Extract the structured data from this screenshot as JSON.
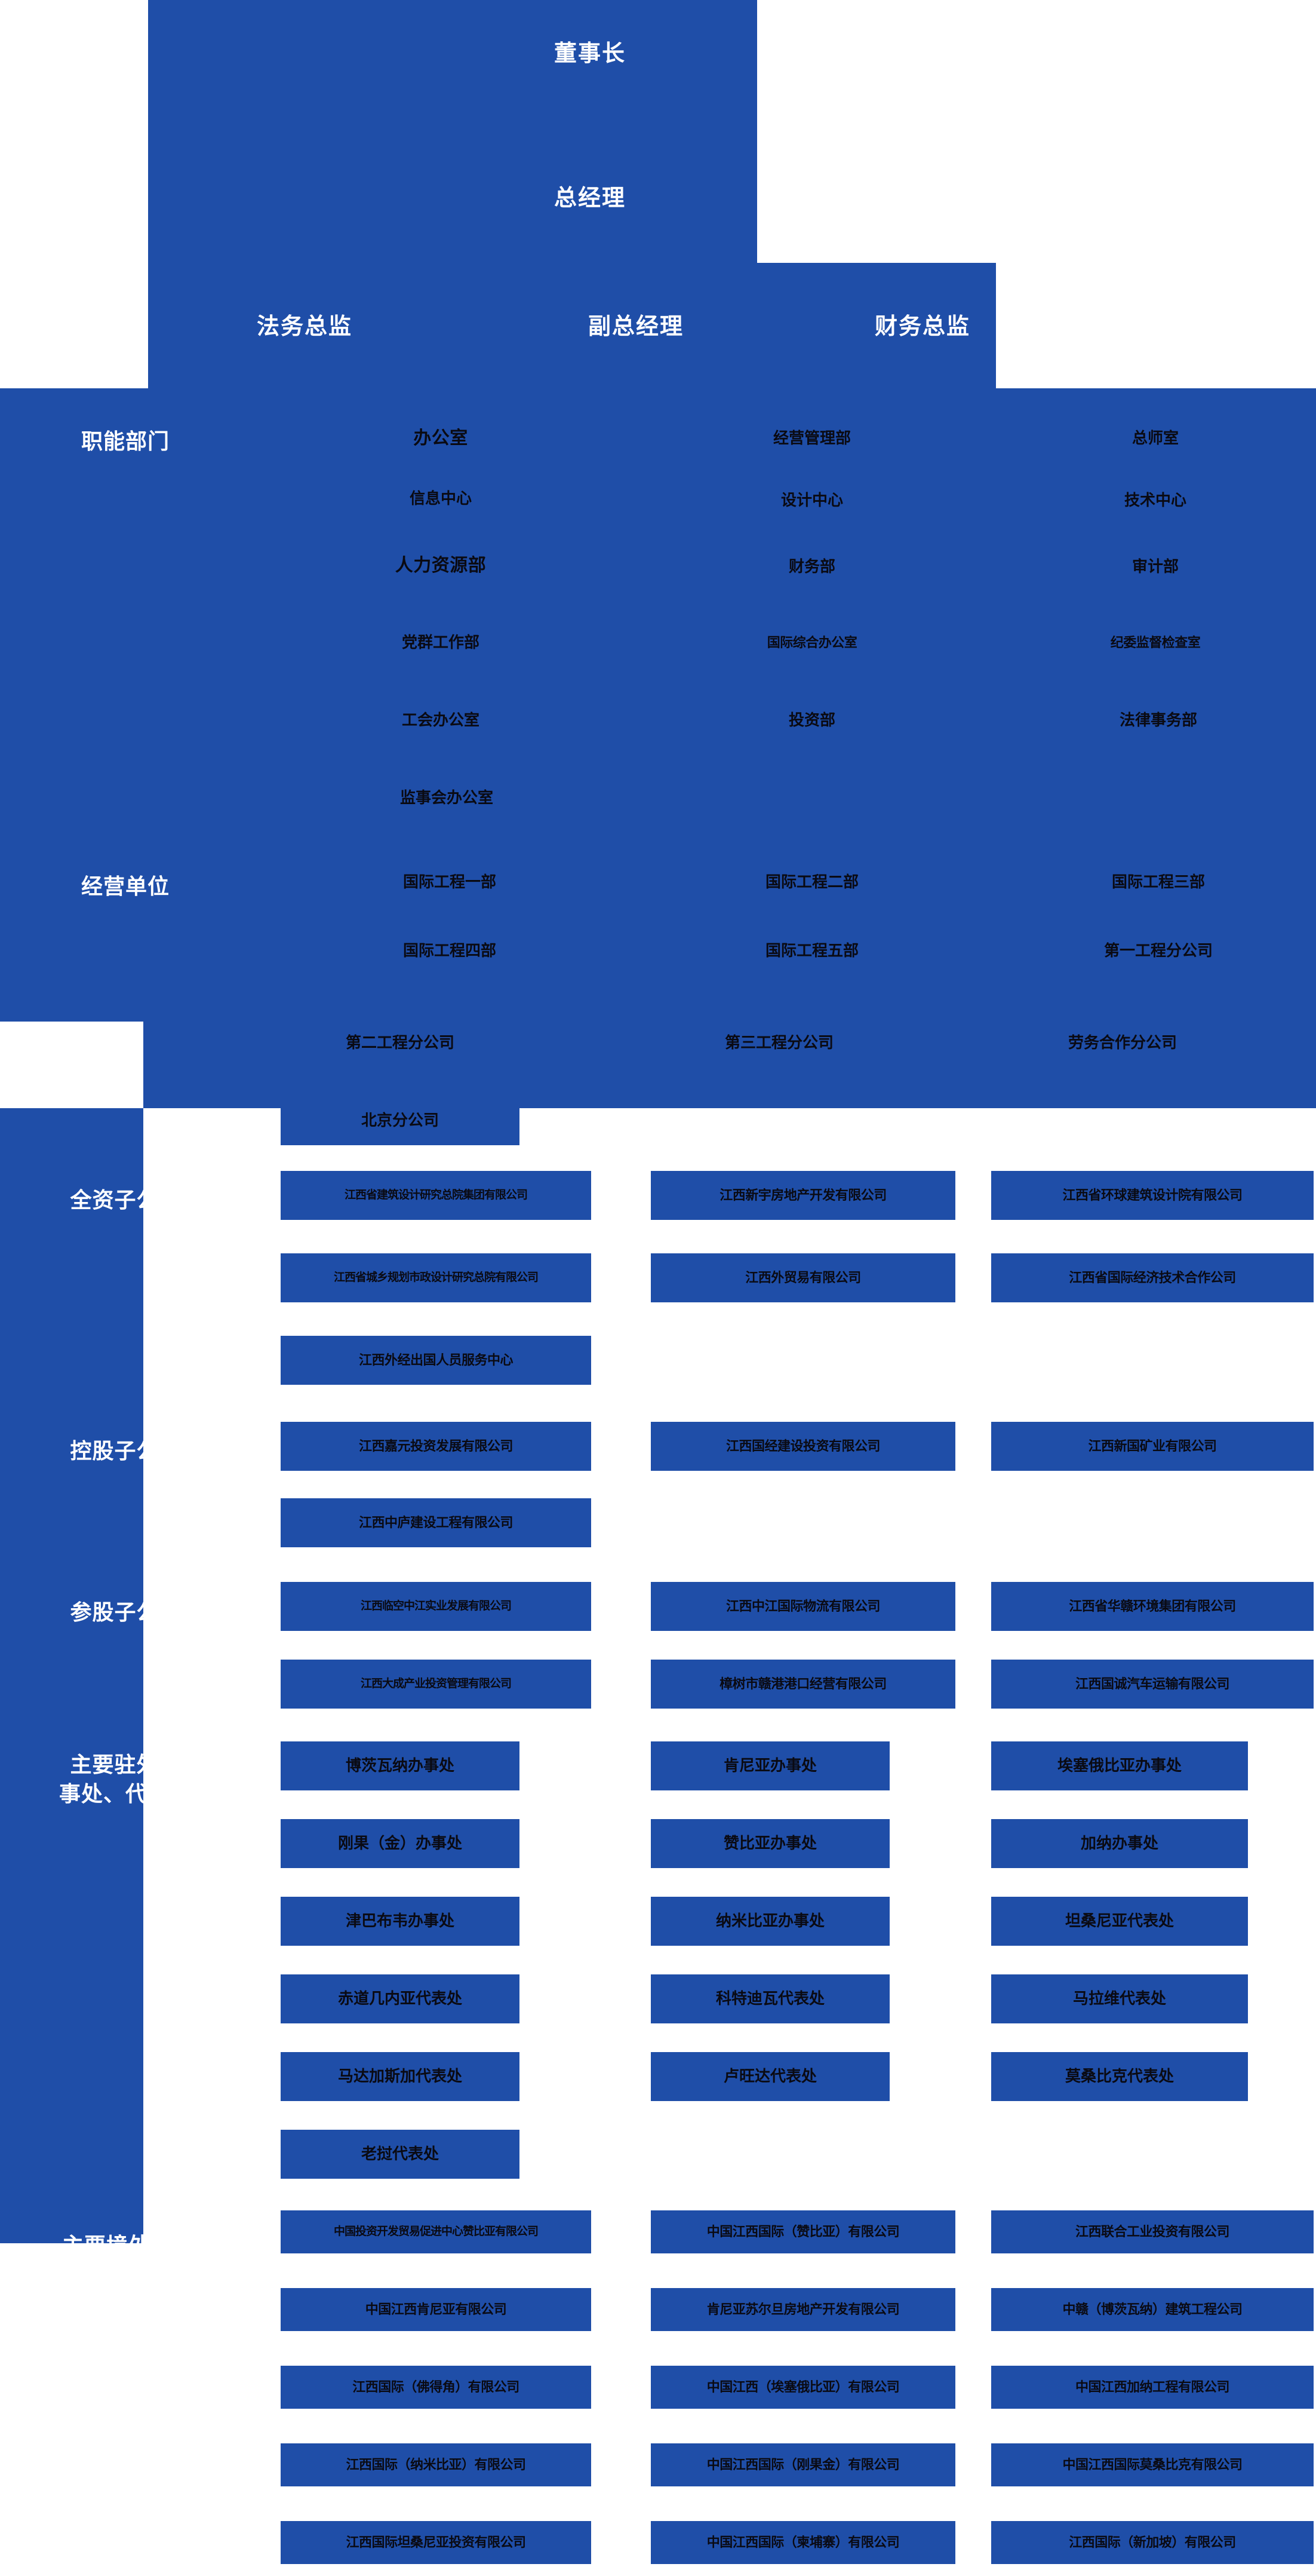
{
  "colors": {
    "panel_blue": "#1f4ea8",
    "page_background": "#ffffff",
    "label_text": "#ffffff",
    "node_text": "#0a0a12"
  },
  "executives": [
    {
      "label": "董事长"
    },
    {
      "label": "总经理"
    },
    {
      "label": "法务总监"
    },
    {
      "label": "副总经理"
    },
    {
      "label": "财务总监"
    }
  ],
  "sections": {
    "functional_departments": {
      "label": "职能部门",
      "columns": [
        [
          "办公室",
          "信息中心",
          "人力资源部",
          "党群工作部",
          "工会办公室",
          "监事会办公室"
        ],
        [
          "经营管理部",
          "设计中心",
          "财务部",
          "国际综合办公室",
          "投资部"
        ],
        [
          "总师室",
          "技术中心",
          "审计部",
          "纪委监督检查室",
          "法律事务部"
        ]
      ]
    },
    "business_units": {
      "label": "经营单位",
      "columns": [
        [
          "国际工程一部",
          "国际工程四部",
          "第二工程分公司",
          "北京分公司"
        ],
        [
          "国际工程二部",
          "国际工程五部",
          "第三工程分公司"
        ],
        [
          "国际工程三部",
          "第一工程分公司",
          "劳务合作分公司"
        ]
      ]
    },
    "wholly_owned": {
      "label": "全资子公司",
      "columns": [
        [
          "江西省建筑设计研究总院集团有限公司",
          "江西省城乡规划市政设计研究总院有限公司",
          "江西外经出国人员服务中心"
        ],
        [
          "江西新宇房地产开发有限公司",
          "江西外贸易有限公司"
        ],
        [
          "江西省环球建筑设计院有限公司",
          "江西省国际经济技术合作公司"
        ]
      ]
    },
    "controlled": {
      "label": "控股子公司",
      "columns": [
        [
          "江西嘉元投资发展有限公司",
          "江西中庐建设工程有限公司"
        ],
        [
          "江西国经建设投资有限公司"
        ],
        [
          "江西新国矿业有限公司"
        ]
      ]
    },
    "affiliated": {
      "label": "参股子公司",
      "columns": [
        [
          "江西临空中江实业发展有限公司",
          "江西大成产业投资管理有限公司"
        ],
        [
          "江西中江国际物流有限公司",
          "樟树市赣港港口经营有限公司"
        ],
        [
          "江西省华赣环境集团有限公司",
          "江西国诚汽车运输有限公司"
        ]
      ]
    },
    "overseas_offices": {
      "label": "主要驻外办\n事处、代表处",
      "columns": [
        [
          "博茨瓦纳办事处",
          "刚果（金）办事处",
          "津巴布韦办事处",
          "赤道几内亚代表处",
          "马达加斯加代表处",
          "老挝代表处"
        ],
        [
          "肯尼亚办事处",
          "赞比亚办事处",
          "纳米比亚办事处",
          "科特迪瓦代表处",
          "卢旺达代表处"
        ],
        [
          "埃塞俄比亚办事处",
          "加纳办事处",
          "坦桑尼亚代表处",
          "马拉维代表处",
          "莫桑比克代表处"
        ]
      ]
    },
    "overseas_enterprises": {
      "label": "主要境外企业",
      "columns": [
        [
          "中国投资开发贸易促进中心赞比亚有限公司",
          "中国江西肯尼亚有限公司",
          "江西国际（佛得角）有限公司",
          "江西国际（纳米比亚）有限公司",
          "江西国际坦桑尼亚投资有限公司"
        ],
        [
          "中国江西国际（赞比亚）有限公司",
          "肯尼亚苏尔旦房地产开发有限公司",
          "中国江西（埃塞俄比亚）有限公司",
          "中国江西国际（刚果金）有限公司",
          "中国江西国际（柬埔寨）有限公司"
        ],
        [
          "江西联合工业投资有限公司",
          "中赣（博茨瓦纳）建筑工程公司",
          "中国江西加纳工程有限公司",
          "中国江西国际莫桑比克有限公司",
          "江西国际（新加坡）有限公司"
        ]
      ]
    }
  }
}
